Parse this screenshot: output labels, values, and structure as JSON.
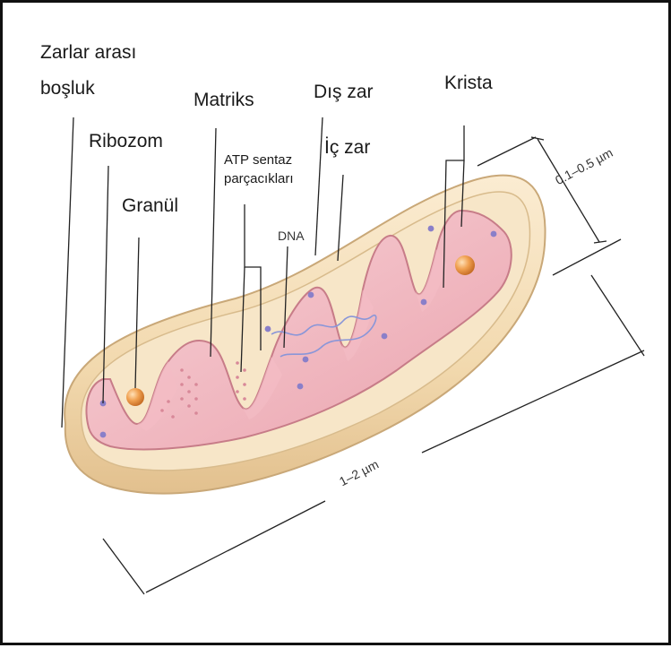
{
  "labels": {
    "zarlar_line1": "Zarlar arası",
    "zarlar_line2": "boşluk",
    "ribozom": "Ribozom",
    "granul": "Granül",
    "matriks": "Matriks",
    "atp_line1": "ATP sentaz",
    "atp_line2": "parçacıkları",
    "dna": "DNA",
    "dis_zar": "Dış zar",
    "ic_zar": "İç zar",
    "krista": "Krista"
  },
  "dimensions": {
    "width_label": "0.1–0.5 µm",
    "length_label": "1–2 µm"
  },
  "colors": {
    "outer_membrane": "#f2dcb4",
    "outer_membrane_edge": "#c9a878",
    "inner_membrane": "#eba9b3",
    "matrix": "#f7cdd3",
    "granule": "#e88a3a",
    "ribosome": "#8a7fc9"
  }
}
